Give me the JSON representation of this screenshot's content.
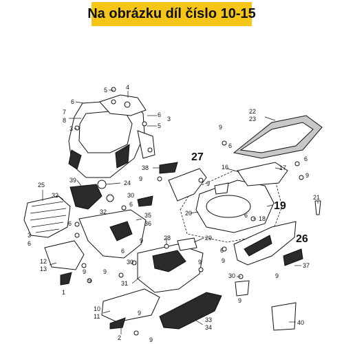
{
  "banner": {
    "text": "Na obrázku díl číslo 10-15",
    "color": "#f5c518"
  },
  "labels": {
    "n1": "1",
    "n2": "2",
    "n3a": "3",
    "n3b": "3",
    "n4": "4",
    "n5a": "5",
    "n5b": "5",
    "n6a": "6",
    "n6b": "6",
    "n6c": "6",
    "n6d": "6",
    "n6e": "6",
    "n6f": "6",
    "n6g": "6",
    "n6h": "6",
    "n6i": "6",
    "n6j": "6",
    "n7": "7",
    "n8": "8",
    "n9a": "9",
    "n9b": "9",
    "n9c": "9",
    "n9d": "9",
    "n9e": "9",
    "n9f": "9",
    "n9g": "9",
    "n9h": "9",
    "n9i": "9",
    "n9j": "9",
    "n9k": "9",
    "n9l": "9",
    "n9m": "9",
    "n9n": "9",
    "n10": "10",
    "n11": "11",
    "n12": "12",
    "n13": "13",
    "n16": "16",
    "n17": "17",
    "n18": "18",
    "n19": "19",
    "n20": "20",
    "n21": "21",
    "n22": "22",
    "n23": "23",
    "n24": "24",
    "n25": "25",
    "n26": "26",
    "n27": "27",
    "n28": "28",
    "n29": "29",
    "n30a": "30",
    "n30b": "30",
    "n30c": "30",
    "n31": "31",
    "n32a": "32",
    "n32b": "32",
    "n33": "33",
    "n34": "34",
    "n35": "35",
    "n36": "36",
    "n37": "37",
    "n38": "38",
    "n39": "39",
    "n40": "40"
  }
}
